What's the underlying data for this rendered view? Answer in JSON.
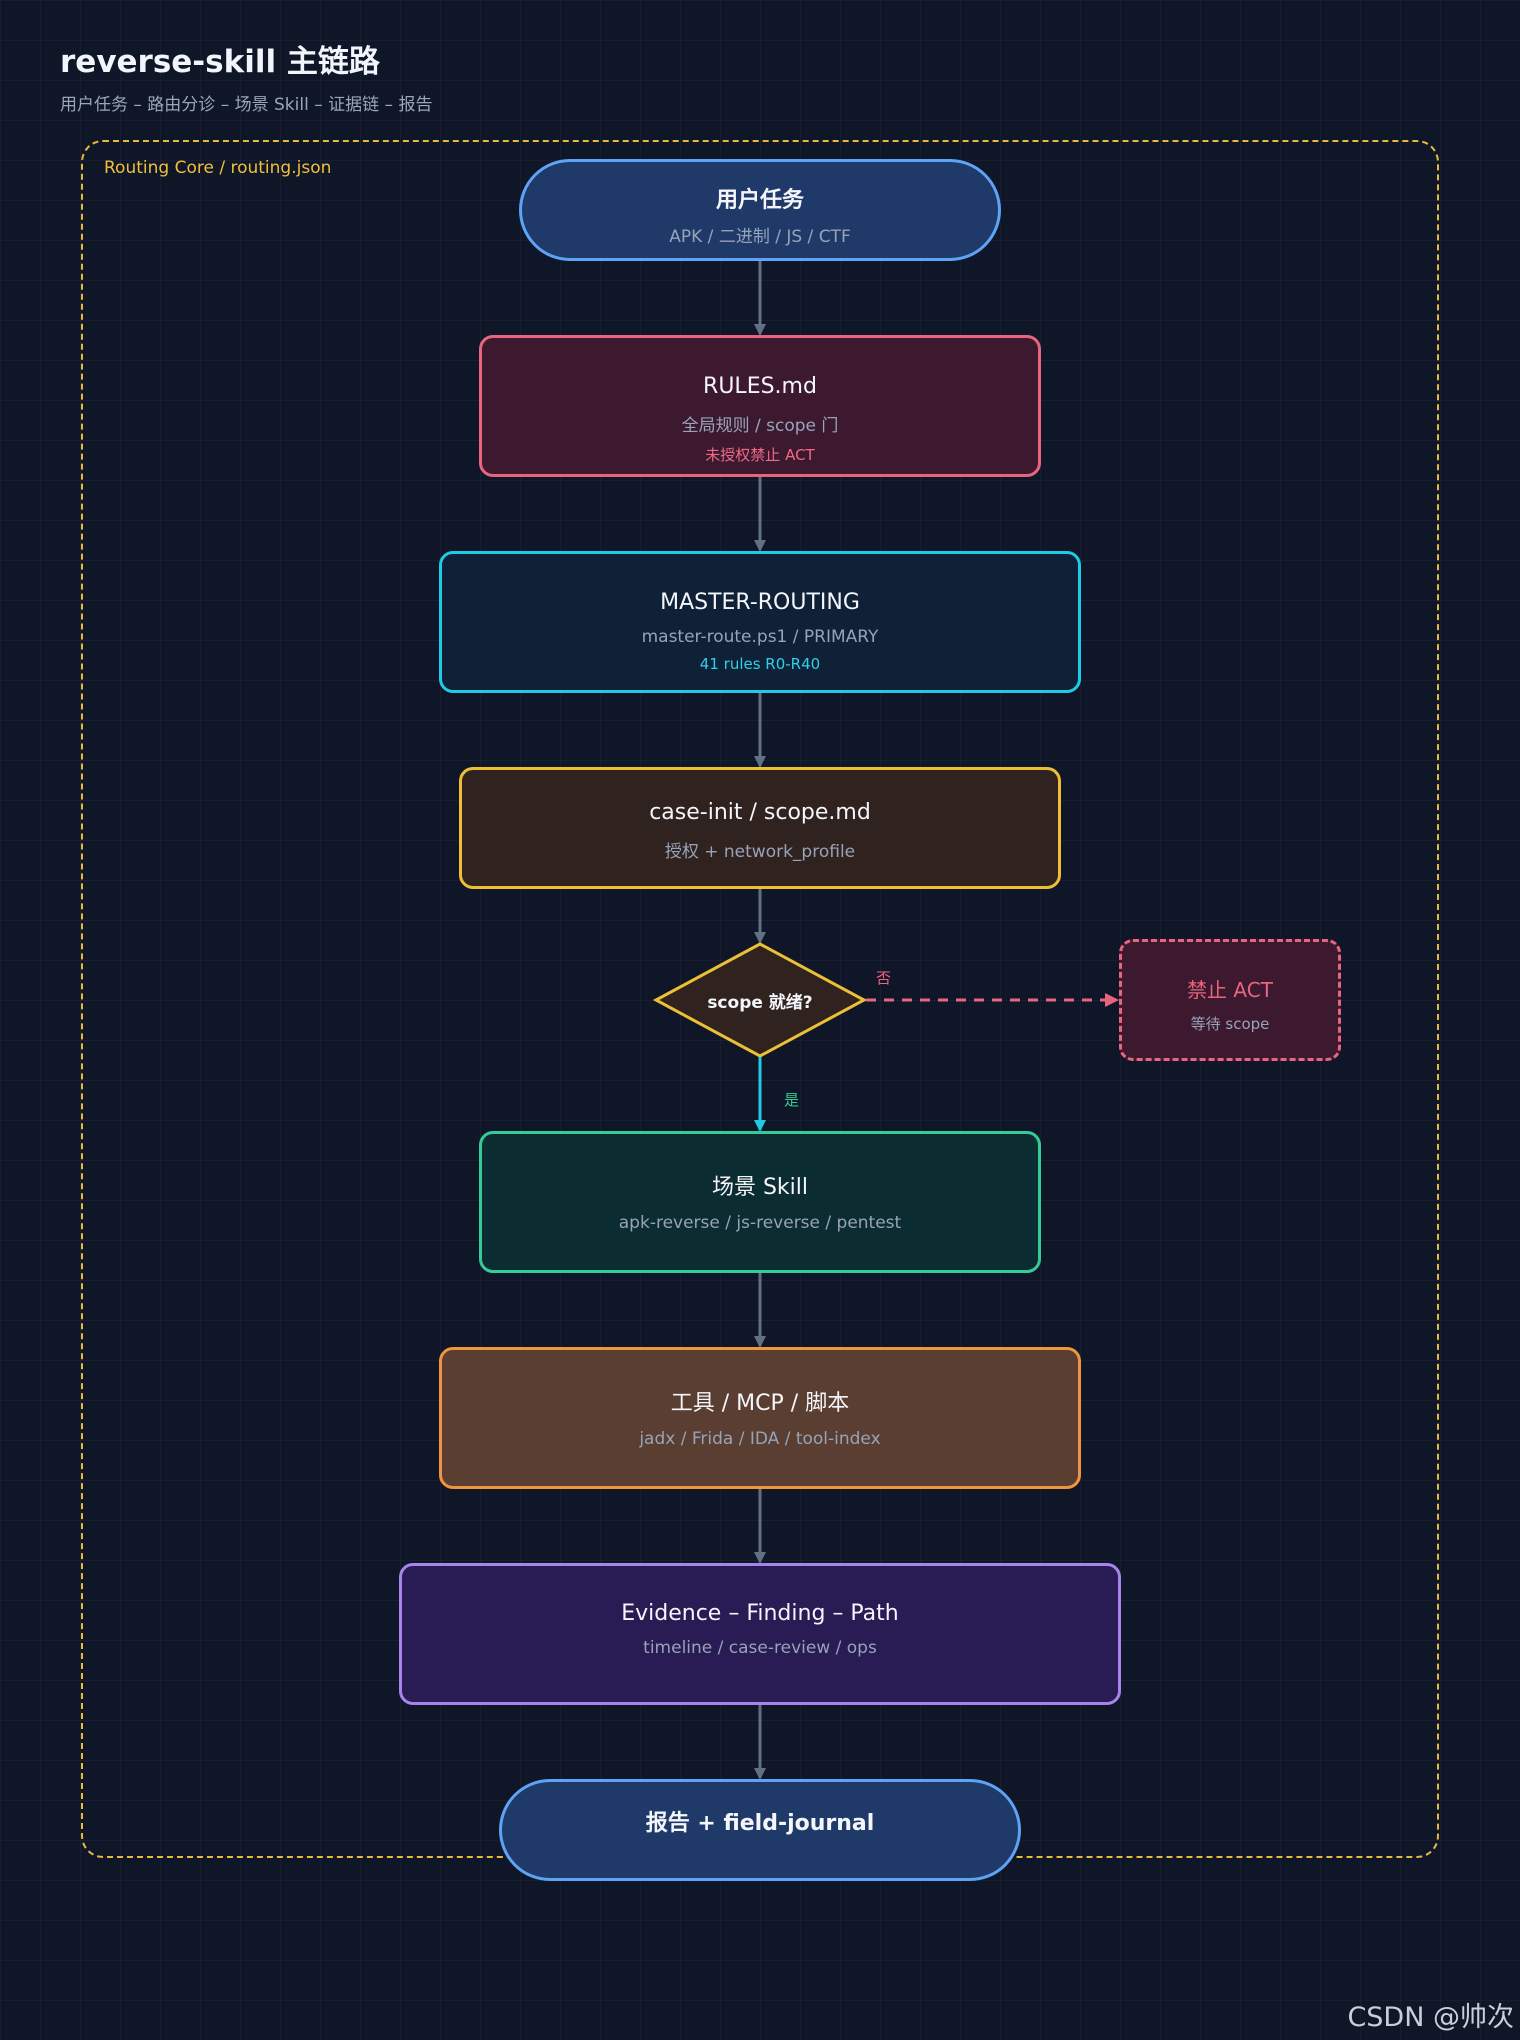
{
  "header": {
    "title": "reverse-skill 主链路",
    "subtitle": "用户任务 – 路由分诊 – 场景 Skill – 证据链 – 报告"
  },
  "core_frame": {
    "label": "Routing Core / routing.json",
    "color": "#e9b93a"
  },
  "nodes": {
    "user_task": {
      "title": "用户任务",
      "subtitle": "APK / 二进制 / JS / CTF",
      "border": "#5ea3f5",
      "fill": "#1f3a69"
    },
    "rules": {
      "title": "RULES.md",
      "subtitle": "全局规则 / scope 门",
      "note": "未授权禁止 ACT",
      "border": "#e8657f",
      "fill": "#3d1930",
      "note_color": "#f06a86"
    },
    "master_routing": {
      "title": "MASTER-ROUTING",
      "subtitle": "master-route.ps1 / PRIMARY",
      "note": "41 rules R0-R40",
      "border": "#22c9e4",
      "fill": "#0e2136",
      "note_color": "#2fd0ea"
    },
    "case_init": {
      "title": "case-init / scope.md",
      "subtitle": "授权 + network_profile",
      "border": "#ecbf34",
      "fill": "#30221f"
    },
    "decision": {
      "title": "scope 就绪?",
      "border": "#ecbf34",
      "fill": "#30221f"
    },
    "blocked": {
      "title": "禁止 ACT",
      "subtitle": "等待 scope",
      "border": "#e8657f",
      "fill": "#3d1930"
    },
    "scene_skill": {
      "title": "场景 Skill",
      "subtitle": "apk-reverse / js-reverse / pentest",
      "border": "#33cc96",
      "fill": "#0b2c31"
    },
    "tools": {
      "title": "工具 / MCP / 脚本",
      "subtitle": "jadx / Frida / IDA / tool-index",
      "border": "#ef9540",
      "fill": "#5a3e31"
    },
    "evidence": {
      "title": "Evidence – Finding – Path",
      "subtitle": "timeline / case-review / ops",
      "border": "#a784ec",
      "fill": "#291b54"
    },
    "report": {
      "title": "报告 + field-journal",
      "border": "#5ea3f5",
      "fill": "#1f3a69"
    }
  },
  "edges": {
    "no_label": "否",
    "yes_label": "是",
    "arrow_color": "#627085",
    "yes_color": "#22c9e4",
    "no_color": "#e8657f",
    "yes_label_color": "#33cc96"
  },
  "watermark": "CSDN @帅次"
}
